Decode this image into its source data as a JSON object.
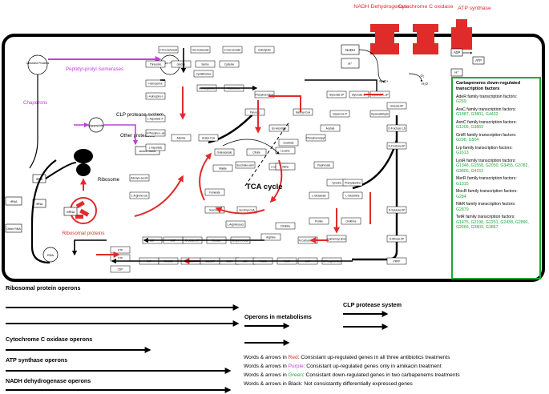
{
  "colors": {
    "red": "#e02b2b",
    "purple": "#c040d8",
    "green": "#1ea838",
    "black": "#000000"
  },
  "membrane": {
    "nadh_label": "NADH Dehydrogenase",
    "cyto_label": "Cytochrome C oxidase",
    "atp_label": "ATP synthase",
    "h_plus": "H⁺",
    "nadh_box": "NADH",
    "nad_plus": "NAD+",
    "o2": "O₂",
    "h2o": "H₂O",
    "adp": "ADP",
    "atp": "ATP"
  },
  "chaperone": {
    "unfolded": "Unfolded Proteins",
    "mature": "Mature Proteins",
    "ppi_title": "Peptidyl-prolyl isomerases",
    "chaperons": "Chaperons",
    "clp_title": "CLP protease system",
    "oligo": "Oligopeptides",
    "amino": "Amino acids",
    "other_proteases": "Other proteases"
  },
  "ribosome": {
    "label": "Ribosome",
    "proteins": "Ribosomal proteins",
    "mrna": "mRNA",
    "rrna": "rRNA",
    "trna": "tRNA",
    "other_rna": "Other RNA"
  },
  "tca_label": "TCA cycle",
  "metabolites": [
    "2-Oxo-butanoate",
    "Oxo-butanoate",
    "2-Oxo-isovalerate",
    "Isobutyrate",
    "Threonine",
    "Glycine",
    "Serine",
    "Cysteine",
    "Homoserine",
    "L-4-phospho-L-homoserine",
    "Cystathionine",
    "Homocysteine",
    "Methionine",
    "L-Aspartate 4-Semialdehyde",
    "4-Phospho-L-aspartate",
    "L-Aspartate",
    "Alanine",
    "Phosphoenolpyruvate",
    "Pyruvate",
    "Glycerate-2P",
    "Glycerate-3P",
    "Glycerate-1,3P2",
    "Glycerone-P",
    "Glyceraldehyde-3P",
    "Acetyl-CoA",
    "Oxaloacetate",
    "Citrate",
    "Malate",
    "Fumarate",
    "Succinate",
    "Succinyl-CoA",
    "2-oxo-glutarate",
    "Isocitrate",
    "cis-Aconitate",
    "Leucine",
    "Valine",
    "Phosphoenolpyruvate carboxylate",
    "Prephenate",
    "Tyrosine",
    "Phenylalanine",
    "L-Glutamate",
    "L-Glutamine",
    "Proline",
    "Ornithine",
    "Citrulline",
    "Arginine",
    "L-Argininosuccinate",
    "N-Carbamoyl-L-aspartate",
    "Carbamoyl phosphate",
    "Dihydro-orotate",
    "Orotate",
    "Orotidine-5P",
    "UMP",
    "UDP",
    "UTP",
    "CTP",
    "CDP",
    "IMP",
    "FAICAR",
    "AICAR",
    "SAICAR",
    "CAIR",
    "AIR",
    "FGAM",
    "FGAR",
    "GAR",
    "5-Phospho-ribosylamine",
    "PRPP",
    "D-Ribose-5P",
    "D-Xylulose-5P",
    "D-Fructose-6P",
    "D-Fructose-1,6P2",
    "Glucose-6P",
    "Acetate",
    "Nalonyl-CoA",
    "Succinate-semialdehyde",
    "Adenylo-succinate",
    "L-Arginino-succinate"
  ],
  "carbapenem_panel": {
    "title": "Carbapenems down-regulated transcription factors",
    "families": [
      {
        "name": "AdeR family transcription factors:",
        "genes": "G269"
      },
      {
        "name": "AraC family transcription factors:",
        "genes": "G1887, G3801, G4432"
      },
      {
        "name": "AsnC family transcription factors:",
        "genes": "G1205, G3869"
      },
      {
        "name": "GntR family transcription factors:",
        "genes": "G298, G504"
      },
      {
        "name": "Lrp family transcription factors:",
        "genes": "G1613"
      },
      {
        "name": "LysR family transcription factors:",
        "genes": "G1348, G1558, G2050, G3455, G3782, G3805, G4152"
      },
      {
        "name": "MerR family transcription factors:",
        "genes": "G1315"
      },
      {
        "name": "MocR family transcription factors:",
        "genes": "G284"
      },
      {
        "name": "NikR family transcription factors:",
        "genes": "G2879"
      },
      {
        "name": "TetR family transcription factors:",
        "genes": "G1475, G2198, G2251, G2438, G2890, G2666, G3809, G3867"
      }
    ]
  },
  "operons": {
    "ribosomal": "Ribosomal protein operons",
    "cytochrome": "Cytochrome C oxidase operons",
    "atp": "ATP synthase operons",
    "nadh": "NADH dehydrogenase operons",
    "metabolism": "Operons in metabolisms",
    "clp": "CLP protease system"
  },
  "legend": [
    {
      "prefix": "Words & arrows in ",
      "color_word": "Red",
      "rest": ": Consistant up-regulated genes in all three antibiotics treatments"
    },
    {
      "prefix": "Words & arrows in ",
      "color_word": "Purple",
      "rest": ": Consistant up-regulated genes only in amikacin treatment"
    },
    {
      "prefix": "Words & arrows in ",
      "color_word": "Green",
      "rest": ": Consistant down-regulated genes in two carbapenems treatments"
    },
    {
      "prefix": "Words & arrows in ",
      "color_word": "Black",
      "rest": ": Not consistantly differentially expressed genes"
    }
  ]
}
